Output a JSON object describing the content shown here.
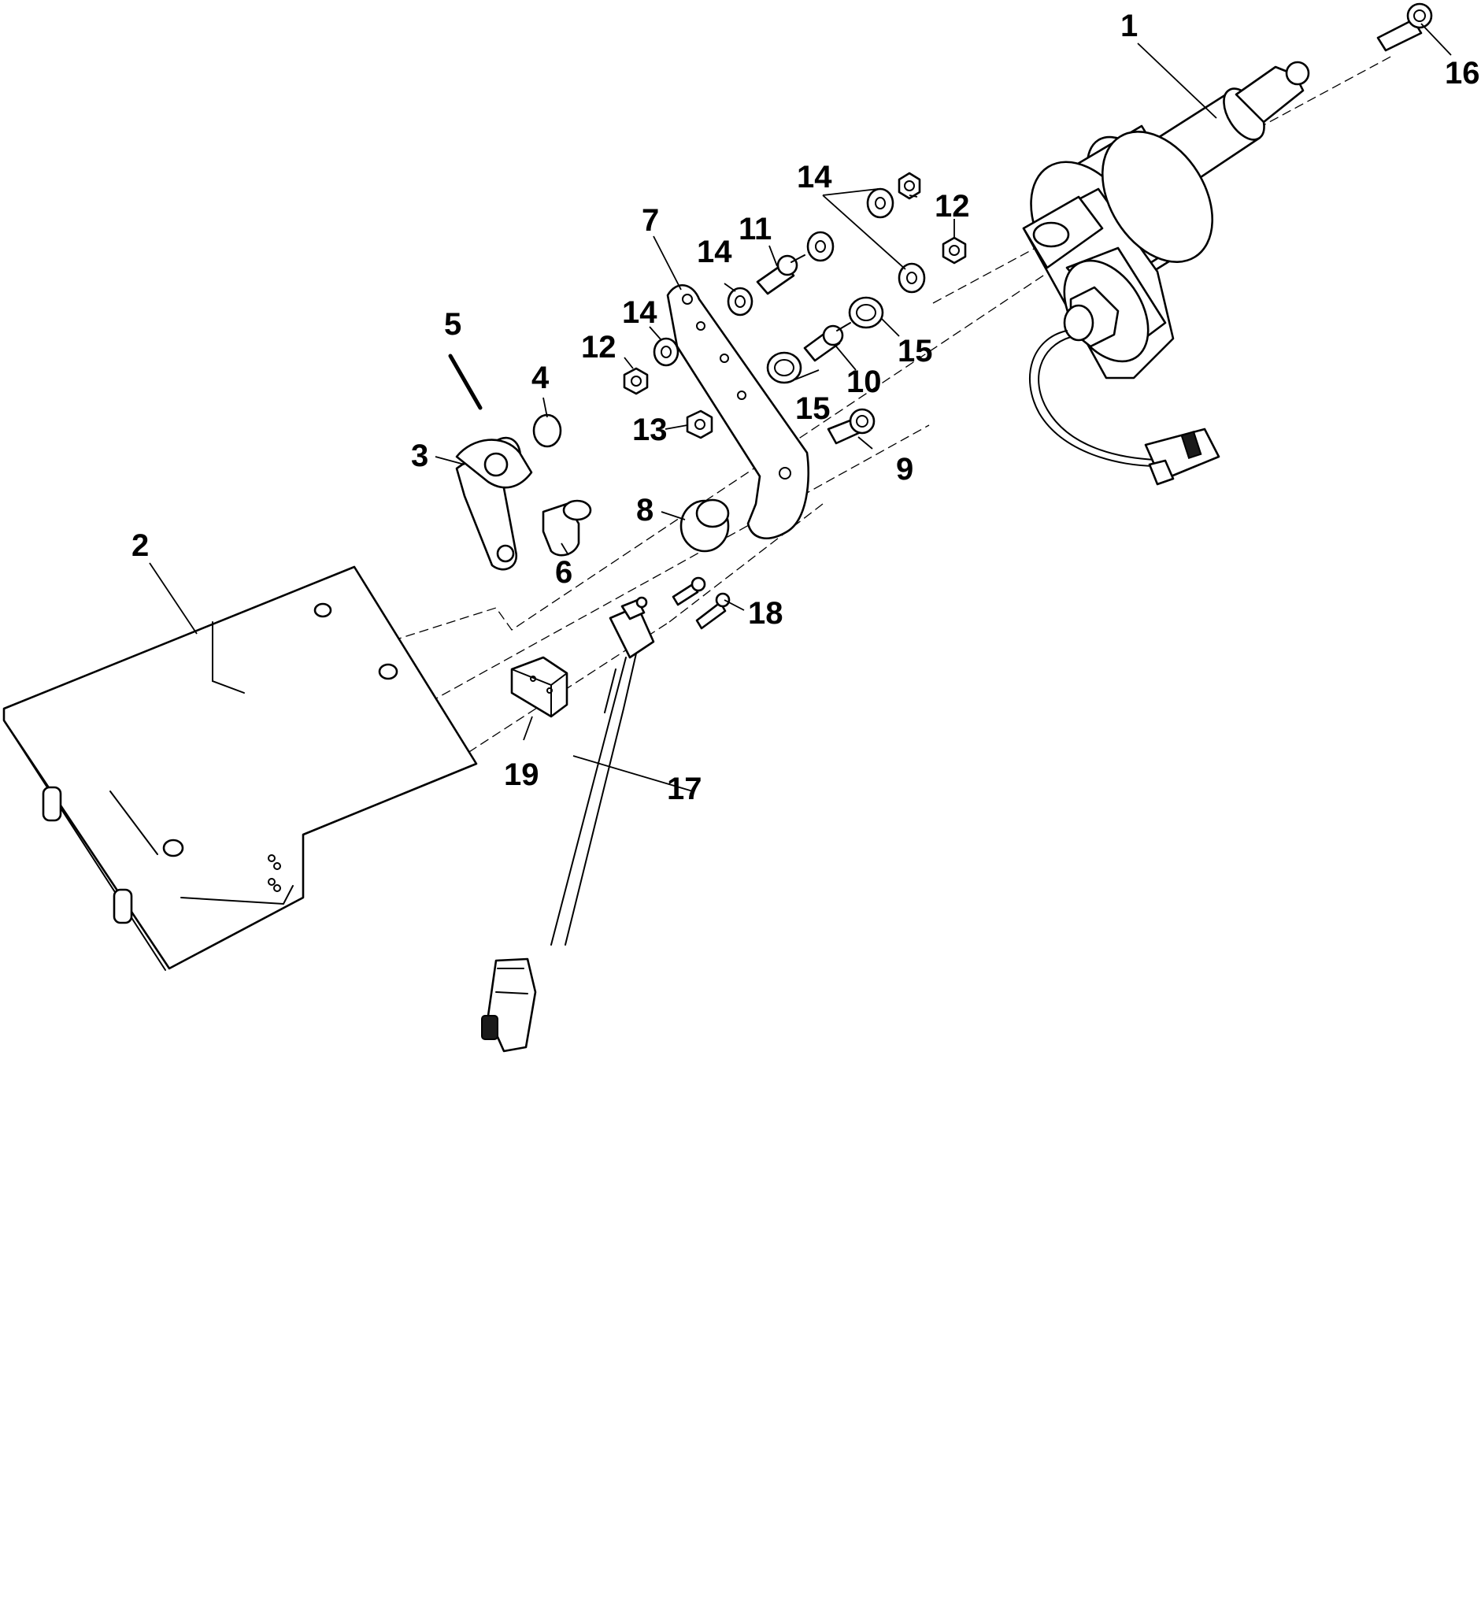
{
  "diagram": {
    "callouts": [
      {
        "id": "c1",
        "text": "1"
      },
      {
        "id": "c2",
        "text": "2"
      },
      {
        "id": "c3",
        "text": "3"
      },
      {
        "id": "c4",
        "text": "4"
      },
      {
        "id": "c5",
        "text": "5"
      },
      {
        "id": "c6",
        "text": "6"
      },
      {
        "id": "c7",
        "text": "7"
      },
      {
        "id": "c8",
        "text": "8"
      },
      {
        "id": "c9",
        "text": "9"
      },
      {
        "id": "c10",
        "text": "10"
      },
      {
        "id": "c11",
        "text": "11"
      },
      {
        "id": "c12a",
        "text": "12"
      },
      {
        "id": "c12b",
        "text": "12"
      },
      {
        "id": "c13",
        "text": "13"
      },
      {
        "id": "c14a",
        "text": "14"
      },
      {
        "id": "c14b",
        "text": "14"
      },
      {
        "id": "c14c",
        "text": "14"
      },
      {
        "id": "c15a",
        "text": "15"
      },
      {
        "id": "c15b",
        "text": "15"
      },
      {
        "id": "c16",
        "text": "16"
      },
      {
        "id": "c17",
        "text": "17"
      },
      {
        "id": "c18",
        "text": "18"
      },
      {
        "id": "c19",
        "text": "19"
      }
    ]
  }
}
